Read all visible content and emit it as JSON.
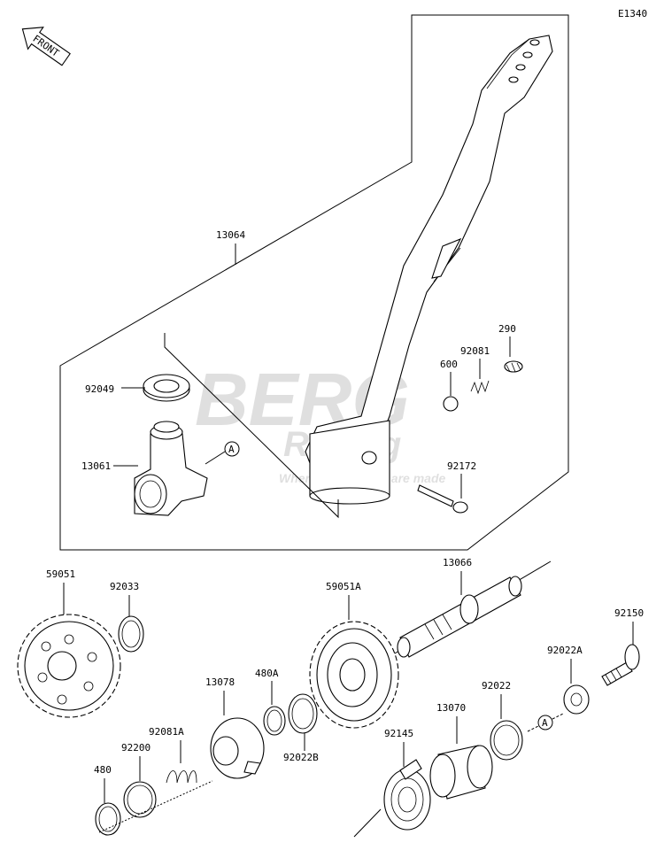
{
  "diagram_code": "E1340",
  "front_label": "FRONT",
  "watermark": {
    "brand": "BERG",
    "sub": "Racing",
    "tagline": "Where Champions are made"
  },
  "callouts": {
    "ref_a": "A",
    "p13064": "13064",
    "p290": "290",
    "p92081": "92081",
    "p600": "600",
    "p92049": "92049",
    "p13061": "13061",
    "p92172": "92172",
    "p13066": "13066",
    "p59051": "59051",
    "p92033": "92033",
    "p59051A": "59051A",
    "p92150": "92150",
    "p92022A": "92022A",
    "p13078": "13078",
    "p480A": "480A",
    "p92022": "92022",
    "p92081A": "92081A",
    "p92200": "92200",
    "p13070": "13070",
    "p92145": "92145",
    "p480": "480",
    "p92022B": "92022B"
  }
}
